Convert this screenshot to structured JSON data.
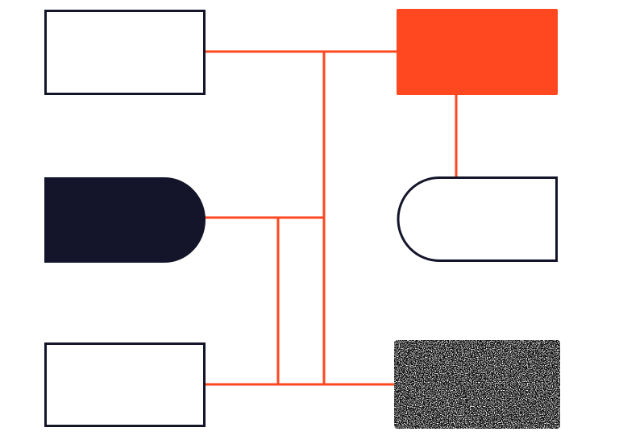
{
  "colors": {
    "background": "#ffffff",
    "outline": "#14152a",
    "dark_fill": "#14152a",
    "accent": "#ff4720",
    "connector": "#ff4720",
    "noise_dark": "#0b0b0b",
    "noise_light": "#ffffff"
  },
  "nodes": [
    {
      "id": "left-top",
      "shape": "rectangle",
      "style": "outline"
    },
    {
      "id": "left-middle",
      "shape": "d-shape-right-rounded",
      "style": "dark-filled"
    },
    {
      "id": "left-bottom",
      "shape": "rectangle",
      "style": "outline"
    },
    {
      "id": "right-top",
      "shape": "rectangle",
      "style": "accent-filled"
    },
    {
      "id": "right-middle",
      "shape": "d-shape-left-rounded",
      "style": "outline"
    },
    {
      "id": "right-bottom",
      "shape": "rectangle",
      "style": "noise-textured"
    }
  ],
  "edges": [
    {
      "from": "left-top",
      "to": "right-top"
    },
    {
      "from": "right-top",
      "to": "right-middle"
    },
    {
      "from": "left-middle",
      "to": "left-bottom"
    },
    {
      "from": "left-middle",
      "to": "right-bottom"
    },
    {
      "from": "left-bottom",
      "to": "right-bottom"
    },
    {
      "from": "left-top",
      "to": "right-bottom"
    }
  ]
}
